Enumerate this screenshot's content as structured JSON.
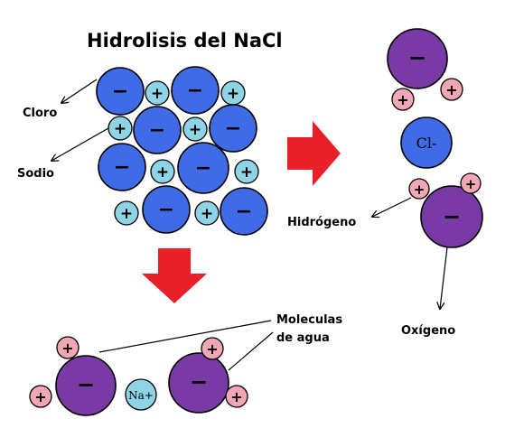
{
  "title": "Hidrolisis del NaCl",
  "labels": {
    "cloro": "Cloro",
    "sodio": "Sodio",
    "hidrogeno": "Hidrógeno",
    "oxigeno": "Oxígeno",
    "moleculas_line1": "Moleculas",
    "moleculas_line2": "de agua"
  },
  "symbols": {
    "minus": "−",
    "plus": "+",
    "chloride_ion": "Cl-",
    "sodium_ion": "Na+"
  },
  "colors": {
    "chlorine": "#3f6be6",
    "sodium": "#8fd3e6",
    "oxygen": "#7a3aa6",
    "hydrogen": "#f2a7b5",
    "arrow": "#e8202a"
  }
}
